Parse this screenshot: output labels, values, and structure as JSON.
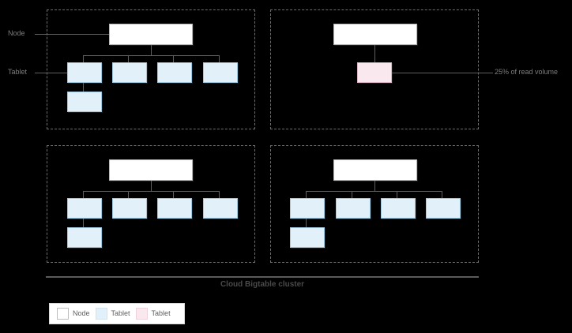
{
  "diagram": {
    "title_caption": "Cloud Bigtable cluster",
    "side_labels": {
      "node": "Node",
      "tablet": "Tablet"
    },
    "callout": {
      "text": "25% of read volume"
    },
    "colors": {
      "background": "#000000",
      "node_fill": "#ffffff",
      "tablet_fill": "#e2f0fa",
      "hot_tablet_fill": "#fae8ef",
      "connector": "#5f5f5f",
      "dashed_border": "#6e6e6e",
      "label_text": "#7d7d7d",
      "caption_text": "#4a4a4a"
    },
    "groups": [
      {
        "id": "node-group-1",
        "node_label": "",
        "tablet_count": 5,
        "hot_tablet_count": 0
      },
      {
        "id": "node-group-2",
        "node_label": "",
        "tablet_count": 0,
        "hot_tablet_count": 1
      },
      {
        "id": "node-group-3",
        "node_label": "",
        "tablet_count": 5,
        "hot_tablet_count": 0
      },
      {
        "id": "node-group-4",
        "node_label": "",
        "tablet_count": 5,
        "hot_tablet_count": 0
      }
    ]
  },
  "legend": {
    "entries": [
      {
        "swatch": "node-swatch",
        "label": "Node"
      },
      {
        "swatch": "tablet-swatch",
        "label": "Tablet"
      },
      {
        "swatch": "hot-tablet-swatch",
        "label": "Tablet"
      }
    ]
  }
}
